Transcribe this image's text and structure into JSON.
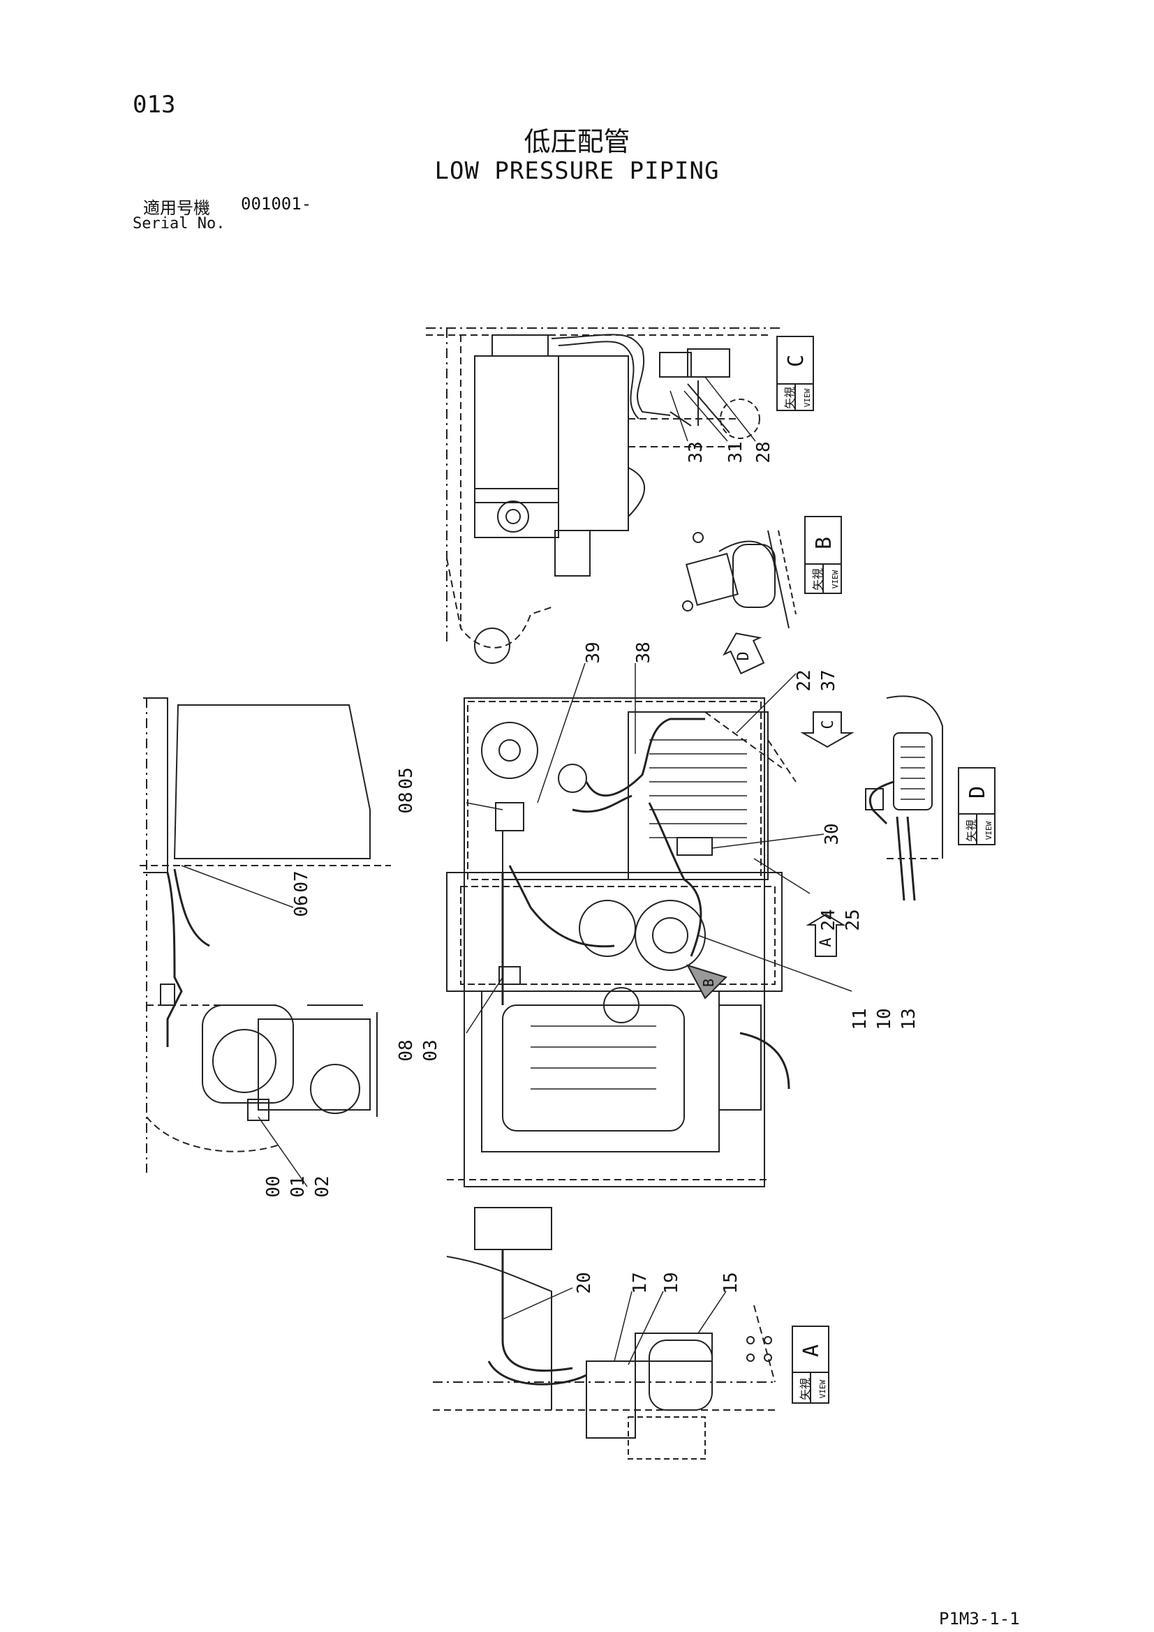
{
  "header": {
    "page_number": "013",
    "title_jp": "低圧配管",
    "title_en": "LOW PRESSURE PIPING",
    "serial_label_jp": "適用号機",
    "serial_value": "001001-",
    "serial_label_en": "Serial No."
  },
  "views": {
    "prefix_jp": "矢視",
    "prefix_en": "VIEW",
    "c": "C",
    "b": "B",
    "d": "D",
    "a": "A"
  },
  "arrows": {
    "d": "D",
    "c": "C",
    "a": "A",
    "b": "B"
  },
  "part_numbers": {
    "p33": "33",
    "p31": "31",
    "p28": "28",
    "p39": "39",
    "p38": "38",
    "p22": "22",
    "p37": "37",
    "p08a": "08",
    "p05": "05",
    "p30": "30",
    "p24": "24",
    "p25": "25",
    "p06": "06",
    "p07": "07",
    "p11": "11",
    "p10": "10",
    "p13": "13",
    "p08b": "08",
    "p03": "03",
    "p00": "00",
    "p01": "01",
    "p02": "02",
    "p20": "20",
    "p17": "17",
    "p19": "19",
    "p15": "15"
  },
  "footer": {
    "doc_code": "P1M3-1-1"
  }
}
